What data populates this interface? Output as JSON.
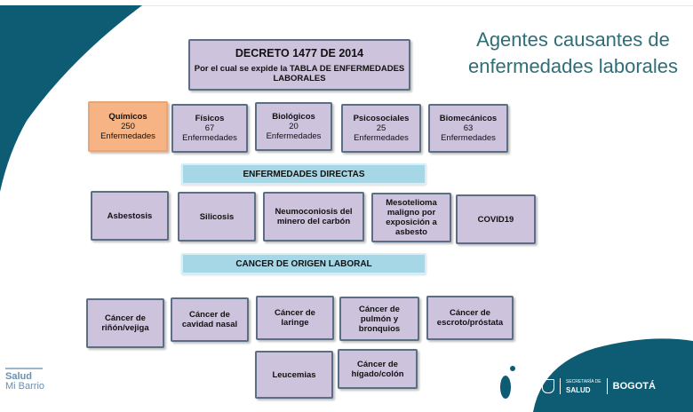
{
  "title": "Agentes causantes de enfermedades laborales",
  "decree": {
    "title": "DECRETO 1477 DE 2014",
    "subtitle": "Por el cual se expide la TABLA DE ENFERMEDADES LABORALES"
  },
  "agents": [
    {
      "name": "Químicos",
      "count": "250",
      "unit": "Enfermedades"
    },
    {
      "name": "Físicos",
      "count": "67",
      "unit": "Enfermedades"
    },
    {
      "name": "Biológicos",
      "count": "20",
      "unit": "Enfermedades"
    },
    {
      "name": "Psicosociales",
      "count": "25",
      "unit": "Enfermedades"
    },
    {
      "name": "Biomecánicos",
      "count": "63",
      "unit": "Enfermedades"
    }
  ],
  "direct_header": "ENFERMEDADES DIRECTAS",
  "direct": [
    "Asbestosis",
    "Silicosis",
    "Neumoconiosis del minero del carbón",
    "Mesotelioma maligno por exposición a asbesto",
    "COVID19"
  ],
  "cancer_header": "CANCER DE ORIGEN LABORAL",
  "cancers": [
    "Cáncer de riñón/vejiga",
    "Cáncer de cavidad nasal",
    "Cáncer de laringe",
    "Cáncer de pulmón y bronquios",
    "Cáncer de escroto/próstata",
    "Leucemias",
    "Cáncer de hígado/colón"
  ],
  "logos": {
    "left_line1": "Salud",
    "left_line2": "Mi Barrio",
    "right_secretaria": "SECRETARÍA DE",
    "right_salud": "SALUD",
    "right_city": "BOGOTÁ"
  },
  "colors": {
    "title": "#2e6e78",
    "box_fill": "#cdc3dc",
    "box_border": "#5c6e86",
    "highlight_fill": "#f6b383",
    "bar_fill": "#a6d7e6",
    "accent": "#0e5c74"
  }
}
